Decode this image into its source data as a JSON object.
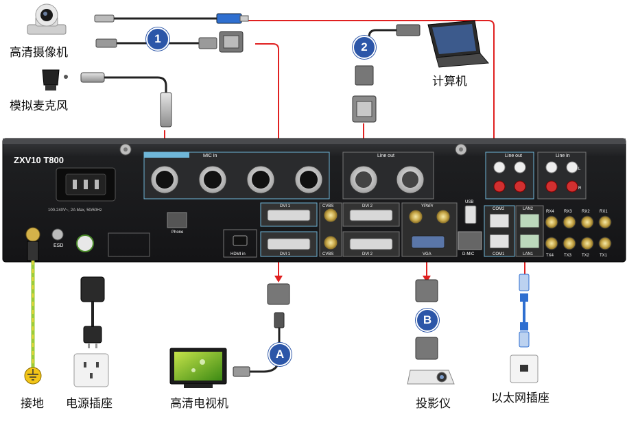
{
  "device": {
    "model": "ZXV10 T800",
    "power_rating": "100-240V~, 2A Max, 50/60Hz",
    "port_labels": {
      "mic_in": "MIC in",
      "line_out_center": "Line out",
      "line_out_right": "Line out",
      "line_in": "Line in",
      "dvi1_top": "DVI 1",
      "dvi1_bottom": "DVI 1",
      "dvi2_top": "DVI 2",
      "dvi2_bottom": "DVI 2",
      "cvbs_top": "CVBS",
      "cvbs_bottom": "CVBS",
      "ypbpr": "YPbPr",
      "vga": "VGA",
      "hdmi_in": "HDMI in",
      "phone": "Phone",
      "esd": "ESD",
      "usb": "USB",
      "dmic": "D-MIC",
      "com2": "COM2",
      "com1": "COM1",
      "lan2": "LAN2",
      "lan1": "LAN1",
      "rx4": "RX4",
      "rx3": "RX3",
      "rx2": "RX2",
      "rx1": "RX1",
      "tx4": "TX4",
      "tx3": "TX3",
      "tx2": "TX2",
      "tx1": "TX1",
      "l": "L",
      "r": "R"
    }
  },
  "labels": {
    "camera": "高清摄像机",
    "analog_mic": "模拟麦克风",
    "computer": "计算机",
    "ground": "接地",
    "power_socket": "电源插座",
    "hd_tv": "高清电视机",
    "projector": "投影仪",
    "ethernet_socket": "以太网插座"
  },
  "badges": {
    "one": "1",
    "two": "2",
    "a": "A",
    "b": "B"
  },
  "colors": {
    "callout_line": "#e02020",
    "badge": "#2c56a8",
    "panel": "#1d1e20",
    "panel_highlight": "#6fb6d8",
    "ground_wire": "#9ccc3a",
    "ethernet_cable": "#2f6fd0"
  }
}
